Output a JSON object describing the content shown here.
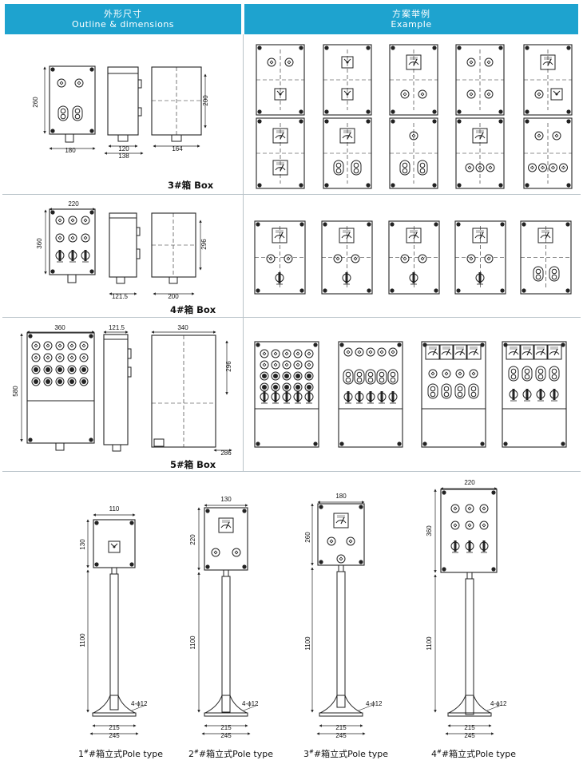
{
  "header": {
    "left_cn": "外形尺寸",
    "left_en": "Outline & dimensions",
    "right_cn": "方案举例",
    "right_en": "Example"
  },
  "box3": {
    "caption": "3#箱 Box",
    "dims": {
      "height": "260",
      "width": "180",
      "side1": "120",
      "side2": "138",
      "back_h": "200",
      "back_w": "164"
    }
  },
  "box4": {
    "caption": "4#箱 Box",
    "dims": {
      "width": "220",
      "height": "360",
      "side": "121.5",
      "back_h": "296",
      "back_w": "200"
    }
  },
  "box5": {
    "caption": "5#箱 Box",
    "dims": {
      "width": "360",
      "height": "580",
      "side": "121.5",
      "back_w": "340",
      "back_h": "296",
      "back_b": "286"
    }
  },
  "poles": [
    {
      "num": "1",
      "suffix": "#箱立式Pole type",
      "w": "110",
      "h": "130",
      "pole": "1100",
      "base1": "215",
      "base2": "245",
      "holes": "4-ϕ12"
    },
    {
      "num": "2",
      "suffix": "#箱立式Pole type",
      "w": "130",
      "h": "220",
      "pole": "1100",
      "base1": "215",
      "base2": "245",
      "holes": "4-ϕ12"
    },
    {
      "num": "3",
      "suffix": "#箱立式Pole type",
      "w": "180",
      "h": "260",
      "pole": "1100",
      "base1": "215",
      "base2": "245",
      "holes": "4-ϕ12"
    },
    {
      "num": "4",
      "suffix": "#箱立式Pole type",
      "w": "220",
      "h": "360",
      "pole": "1100",
      "base1": "215",
      "base2": "245",
      "holes": "4-ϕ12"
    }
  ],
  "colors": {
    "header": "#1ea3cf",
    "line": "#222222",
    "grid": "#b9c3c9"
  }
}
